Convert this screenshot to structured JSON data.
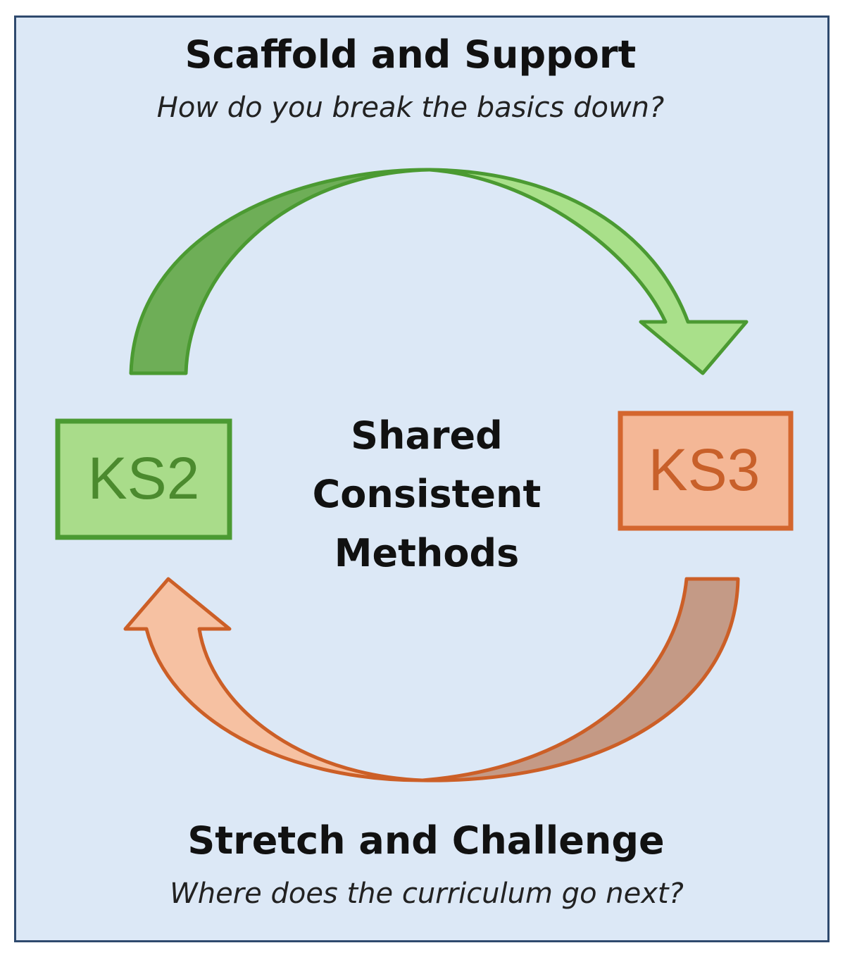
{
  "top": {
    "title": "Scaffold and Support",
    "subtitle": "How do you break the basics down?"
  },
  "center": {
    "line1": "Shared",
    "line2": "Consistent",
    "line3": "Methods"
  },
  "left_box": {
    "label": "KS2",
    "fill": "#a9dc8a",
    "stroke": "#4b9a32",
    "text_color": "#4b8a2e"
  },
  "right_box": {
    "label": "KS3",
    "fill": "#f4b796",
    "stroke": "#d4662e",
    "text_color": "#c8602a"
  },
  "bottom": {
    "title": "Stretch and Challenge",
    "subtitle": "Where does the curriculum go next?"
  },
  "colors": {
    "background": "#dce8f6",
    "border": "#2f4a6e",
    "green_arrow_light": "#a9e08a",
    "green_arrow_dark": "#6eae57",
    "green_arrow_stroke": "#4b9a32",
    "orange_arrow_light": "#f6c1a2",
    "orange_arrow_dark": "#c49a86",
    "orange_arrow_stroke": "#cc5f27"
  },
  "icons": {
    "top_arrow": "curved-arrow-right",
    "bottom_arrow": "curved-arrow-left"
  }
}
